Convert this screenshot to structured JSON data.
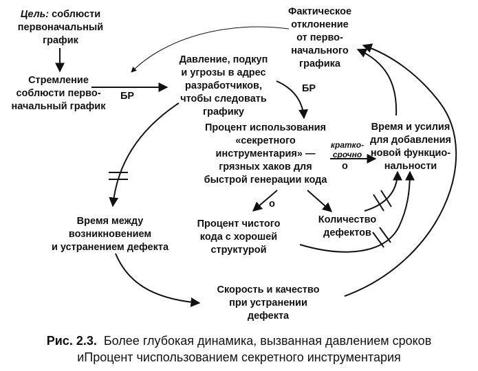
{
  "nodes": {
    "goal": {
      "prefix": "Цель:",
      "text": " соблюсти\nпервоначальный\nграфик"
    },
    "desire": {
      "text": "Стремление\nсоблюсти перво-\nначальный график"
    },
    "pressure": {
      "text": "Давление, подкуп\nи угрозы в адрес\nразработчиков,\nчтобы следовать\nграфику"
    },
    "deviation": {
      "text": "Фактическое\nотклонение\nот перво-\nначального\nграфика"
    },
    "secret_tools": {
      "text": "Процент использования\n«секретного\nинструментария» —\nгрязных хаков для\nбыстрой генерации кода"
    },
    "time_effort": {
      "text": "Время и усилия\nдля добавления\nновой функцио-\nнальности"
    },
    "time_between": {
      "text": "Время между\nвозникновением\nи устранением дефекта"
    },
    "clean_code": {
      "text": "Процент чистого\nкода с хорошей\nструктурой"
    },
    "defect_count": {
      "text": "Количество\nдефектов"
    },
    "fix_speed": {
      "text": "Скорость и качество\nпри устранении\nдефекта"
    }
  },
  "edge_labels": {
    "br1": "БР",
    "br2": "БР",
    "short_term": "кратко-\nсрочно",
    "o1": "о",
    "o2": "о"
  },
  "caption": {
    "figure": "Рис. 2.3.",
    "line1": "Более глубокая динамика, вызванная давлением сроков",
    "line2": "иПроцент чиспользованием секретного инструментария"
  }
}
